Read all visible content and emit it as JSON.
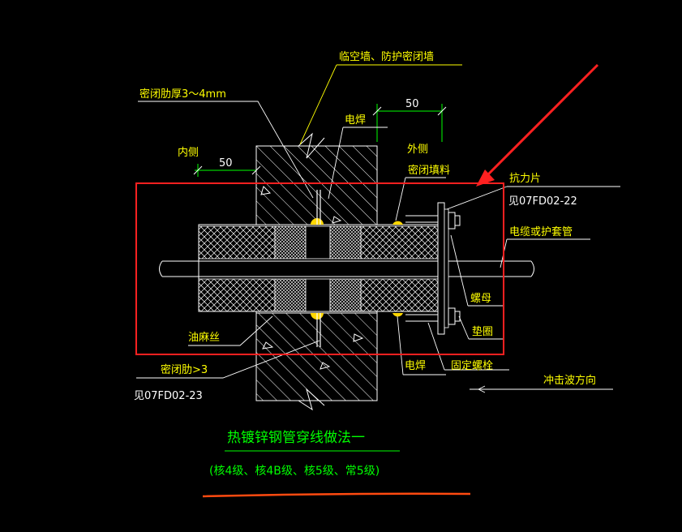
{
  "labels": {
    "wall": "临空墙、防护密闭墙",
    "rib_thickness": "密闭肋厚3～4mm",
    "weld_top": "电焊",
    "dim_50_top": "50",
    "inner_side": "内侧",
    "outer_side": "外侧",
    "dim_50_left": "50",
    "sealant": "密闭填料",
    "anti_force_plate": "抗力片",
    "ref_top": "见07FD02-22",
    "cable_sleeve": "电缆或护套管",
    "nut": "螺母",
    "washer": "垫圈",
    "oakum": "油麻丝",
    "rib_gt3": "密闭肋>3",
    "ref_bottom": "见07FD02-23",
    "weld_bottom": "电焊",
    "anchor_bolt": "固定螺栓",
    "shock_direction": "冲击波方向"
  },
  "title": {
    "main": "热镀锌钢管穿线做法一",
    "sub": "(核4级、核4B级、核5级、常5级)"
  },
  "colors": {
    "background": "#000000",
    "label_yellow": "#ffff00",
    "title_green": "#00ff00",
    "line_white": "#ffffff",
    "highlight_red": "#ff2020",
    "underline_orange": "#ff4a10",
    "accent_yellow": "#ffd700"
  }
}
